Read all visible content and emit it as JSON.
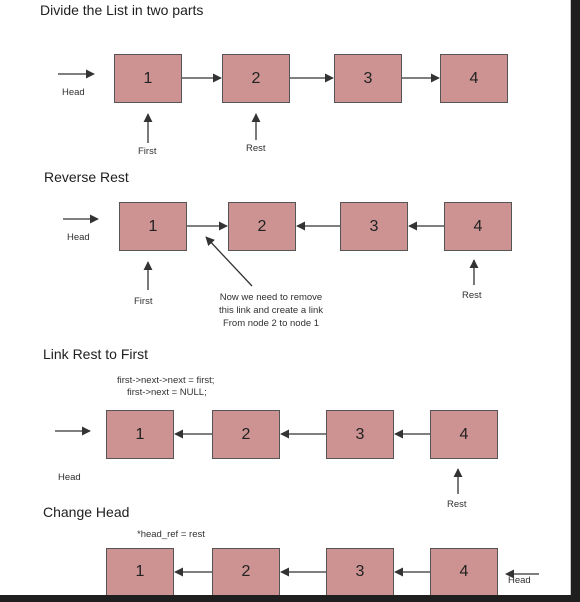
{
  "sections": [
    {
      "title": "Divide the List in two parts",
      "nodes": [
        "1",
        "2",
        "3",
        "4"
      ],
      "labels": {
        "head": "Head",
        "first": "First",
        "rest": "Rest"
      }
    },
    {
      "title": "Reverse Rest",
      "nodes": [
        "1",
        "2",
        "3",
        "4"
      ],
      "labels": {
        "head": "Head",
        "first": "First",
        "rest": "Rest"
      },
      "note": [
        "Now we need to remove",
        "this link and create a link",
        "From node 2 to node 1"
      ]
    },
    {
      "title": "Link Rest to First",
      "nodes": [
        "1",
        "2",
        "3",
        "4"
      ],
      "labels": {
        "head": "Head",
        "rest": "Rest"
      },
      "code": [
        "first->next->next  = first;",
        "first->next  = NULL;"
      ]
    },
    {
      "title": "Change Head",
      "nodes": [
        "1",
        "2",
        "3",
        "4"
      ],
      "labels": {
        "head": "Head"
      },
      "code": [
        "*head_ref = rest"
      ]
    }
  ],
  "colors": {
    "node_fill": "#cd9292",
    "node_border": "#555555",
    "arrow": "#333333",
    "background": "#ffffff"
  }
}
